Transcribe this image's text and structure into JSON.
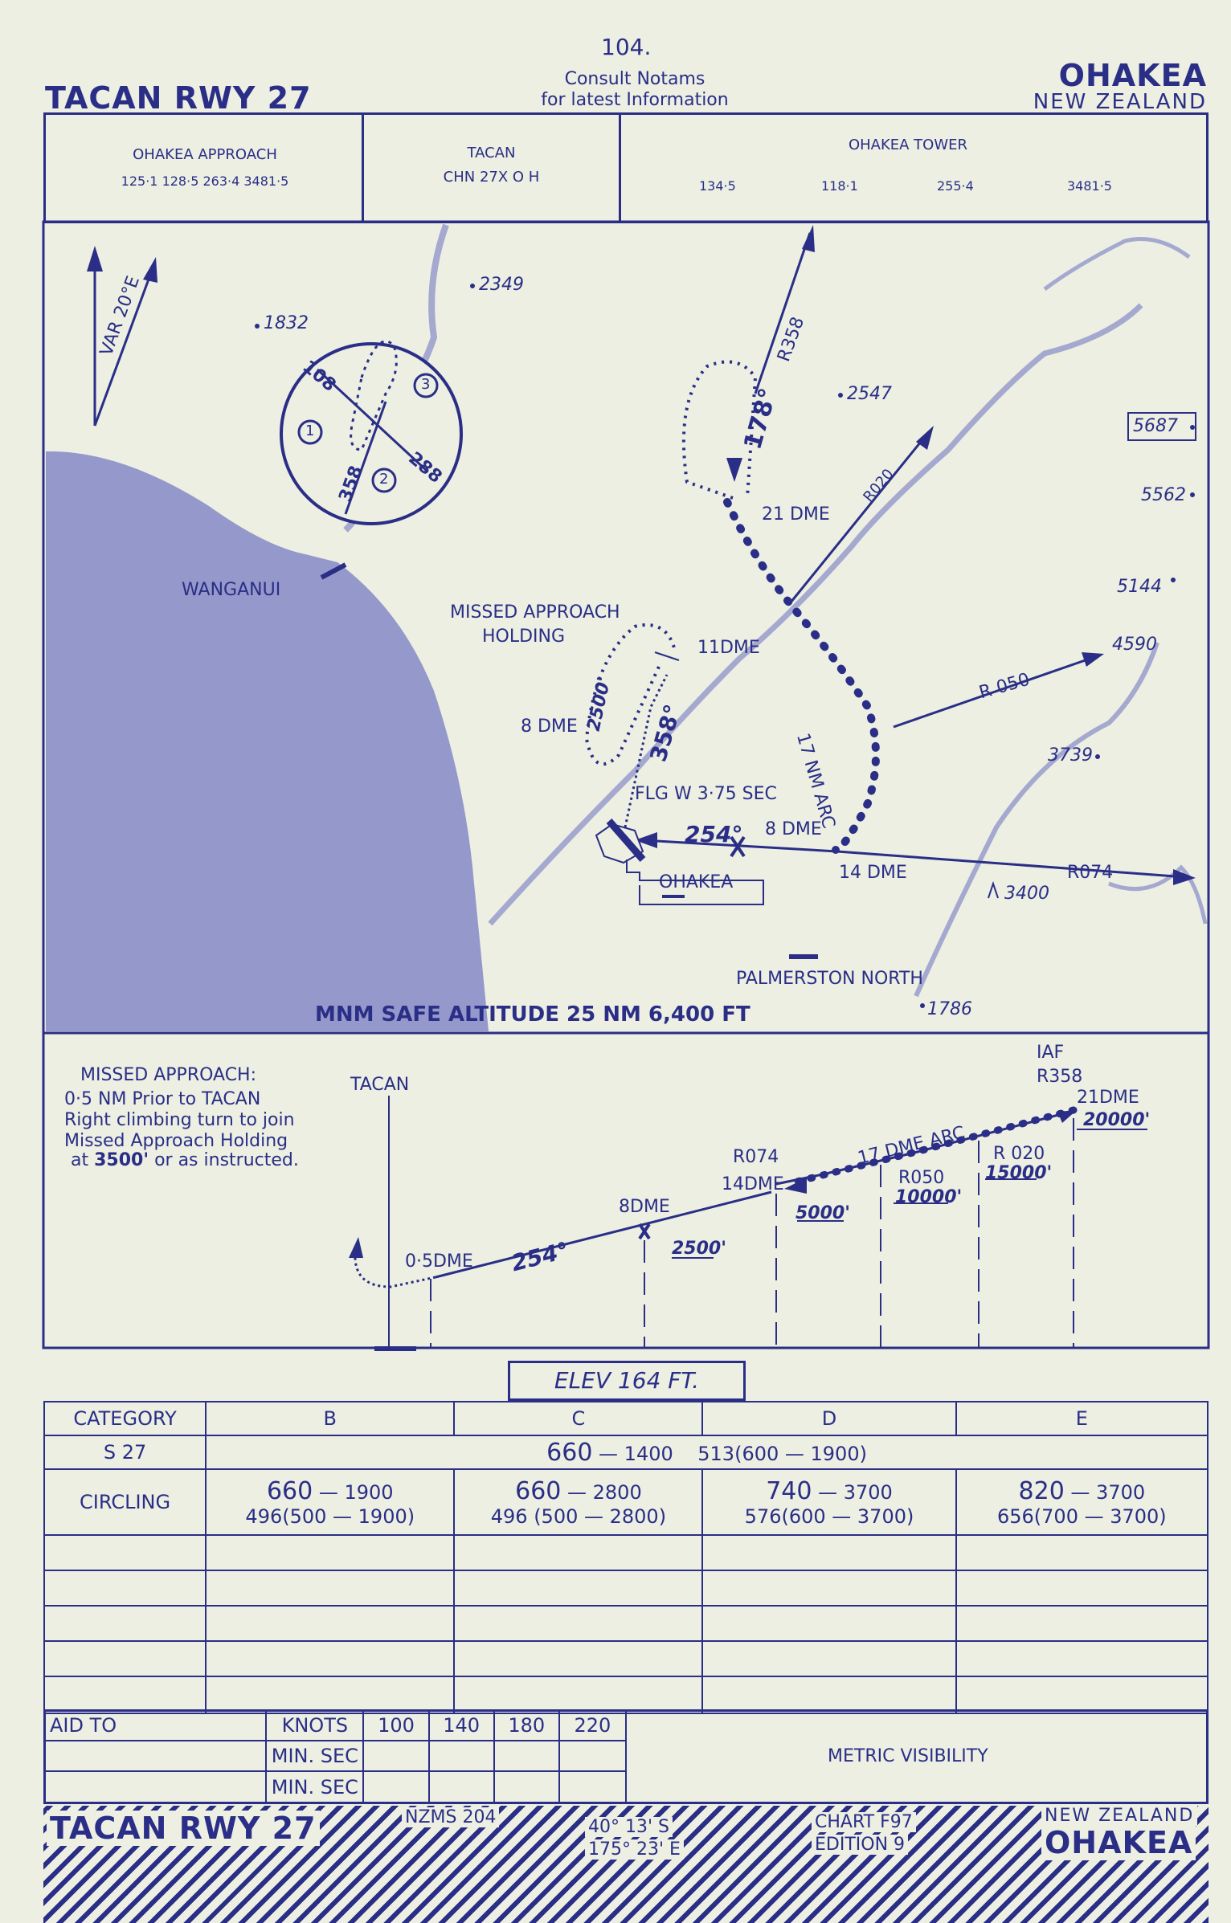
{
  "page_number": "104.",
  "notice": {
    "line1": "Consult  Notams",
    "line2": "for  latest  Information"
  },
  "title": "TACAN RWY 27",
  "airport": {
    "name": "OHAKEA",
    "country": "NEW ZEALAND"
  },
  "freq": {
    "approach_label": "OHAKEA    APPROACH",
    "approach_values": "125·1    128·5    263·4    3481·5",
    "tacan_label": "TACAN",
    "tacan_value": "CHN  27X  O H",
    "tower_label": "OHAKEA      TOWER",
    "tower_values": [
      "134·5",
      "118·1",
      "255·4",
      "3481·5"
    ]
  },
  "plan": {
    "var": "VAR 20°E",
    "elev_2349": "2349",
    "elev_1832": "1832",
    "elev_2547": "2547",
    "elev_5687": "5687",
    "elev_5562": "5562",
    "elev_5144": "5144",
    "elev_4590": "4590",
    "elev_3739": "3739",
    "elev_3400": "3400",
    "elev_1786": "1786",
    "inset_108": "108",
    "inset_358": "358",
    "inset_288": "288",
    "inset_1": "1",
    "inset_2": "2",
    "inset_3": "3",
    "r358": "R358",
    "course_178": "178°",
    "dme21": "21 DME",
    "r020": "R020",
    "wanganui": "WANGANUI",
    "missed_holding": "MISSED APPROACH",
    "holding": "HOLDING",
    "dme11": "11DME",
    "arc17": "17 NM ARC",
    "r050": "R 050",
    "dme8_left": "8 DME",
    "alt2500": "2500'",
    "course358": "358°",
    "flg": "FLG W 3·75 SEC",
    "course254": "254°",
    "dme8": "8 DME",
    "dme14": "14 DME",
    "r074": "R074",
    "ohakea": "OHAKEA",
    "palmerston": "PALMERSTON NORTH",
    "msa": "MNM SAFE ALTITUDE 25 NM  6,400 FT"
  },
  "profile": {
    "missed_title": "MISSED APPROACH:",
    "missed_lines": [
      "0·5 NM   Prior to TACAN",
      "Right climbing turn to join",
      "Missed Approach Holding"
    ],
    "missed_at": "at",
    "missed_alt": "3500'",
    "missed_tail": "or as instructed.",
    "tacan": "TACAN",
    "iaf": "IAF",
    "iaf_r358": "R358",
    "iaf_21dme": "21DME",
    "alt20000": "20000'",
    "arc": "17 DME ARC",
    "r020": "R 020",
    "alt15000": "15000'",
    "r050": "R050",
    "alt10000": "10000'",
    "r074": "R074",
    "dme14": "14DME",
    "alt5000": "5000'",
    "dme8": "8DME",
    "alt2500": "2500'",
    "course254": "254°",
    "dme05": "0·5DME"
  },
  "elev": "ELEV  164     FT.",
  "minimums": {
    "category_label": "CATEGORY",
    "cats": [
      "B",
      "C",
      "D",
      "E"
    ],
    "s27_label": "S 27",
    "s27_main": "660",
    "s27_vis": "1400",
    "s27_haa": "513(600 — 1900)",
    "circling_label": "CIRCLING",
    "circling": [
      {
        "mda": "660",
        "vis": "1900",
        "haa": "496(500 — 1900)"
      },
      {
        "mda": "660",
        "vis": "2800",
        "haa": "496  (500 — 2800)"
      },
      {
        "mda": "740",
        "vis": "3700",
        "haa": "576(600 — 3700)"
      },
      {
        "mda": "820",
        "vis": "3700",
        "haa": "656(700 — 3700)"
      }
    ]
  },
  "timing": {
    "aid_to": "AID TO",
    "knots": "KNOTS",
    "speeds": [
      "100",
      "140",
      "180",
      "220"
    ],
    "min_sec": "MIN. SEC",
    "metric": "METRIC    VISIBILITY"
  },
  "footer": {
    "title": "TACAN RWY 27",
    "nzms": "NZMS  204",
    "lat": "40° 13' S",
    "lon": "175° 23' E",
    "chart": "CHART F97",
    "edition": "EDITION 9",
    "country": "NEW  ZEALAND",
    "name": "OHAKEA"
  },
  "colors": {
    "ink": "#2a2e86",
    "paper": "#ecefe2",
    "sea": "#8f92c8"
  }
}
